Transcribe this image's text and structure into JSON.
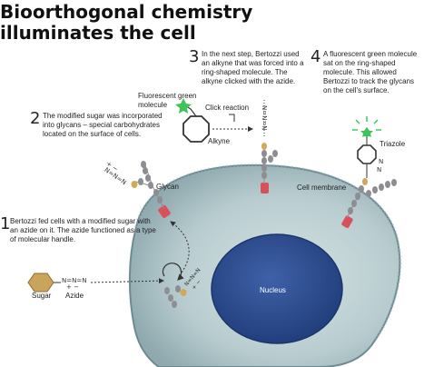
{
  "title": {
    "line1": "Bioorthogonal chemistry",
    "line2": "illuminates the cell"
  },
  "steps": [
    {
      "number": "1",
      "text": "Bertozzi fed cells with a modified sugar with an azide on it. The azide functioned as a type of molecular handle."
    },
    {
      "number": "2",
      "text": "The modified sugar was incorporated into glycans – special carbohydrates located on the surface of cells."
    },
    {
      "number": "3",
      "text": "In the next step, Bertozzi used an alkyne that was forced into a ring-shaped molecule. The alkyne clicked with the azide."
    },
    {
      "number": "4",
      "text": "A fluorescent green molecule sat on the ring-shaped molecule. This allowed Bertozzi to track the glycans on the cell's surface."
    }
  ],
  "labels": {
    "fluorescent_molecule": "Fluorescent green molecule",
    "click_reaction": "Click reaction",
    "alkyne": "Alkyne",
    "glycan": "Glycan",
    "cell_membrane": "Cell membrane",
    "triazole": "Triazole",
    "nucleus": "Nucleus",
    "sugar": "Sugar",
    "azide": "Azide"
  },
  "chem": {
    "azide_formula": "N=N=N",
    "azide_charges": "+  −",
    "azide_small": "N=N=N",
    "azide_small_charges": "+  −",
    "azide_vertical": "N=N=N",
    "triazole_n": "N",
    "triazole_nn": "N"
  },
  "colors": {
    "cell_fill": "#a9bfc2",
    "cell_inner": "#c6d7d8",
    "cell_edge": "#6d8a90",
    "nucleus": "#2f4f8f",
    "nucleus_dark": "#1d3670",
    "glycan_bead": "#8e8e92",
    "sugar_bead": "#d0a95a",
    "anchor": "#d9505a",
    "fluorescent_green": "#3ec45a"
  }
}
